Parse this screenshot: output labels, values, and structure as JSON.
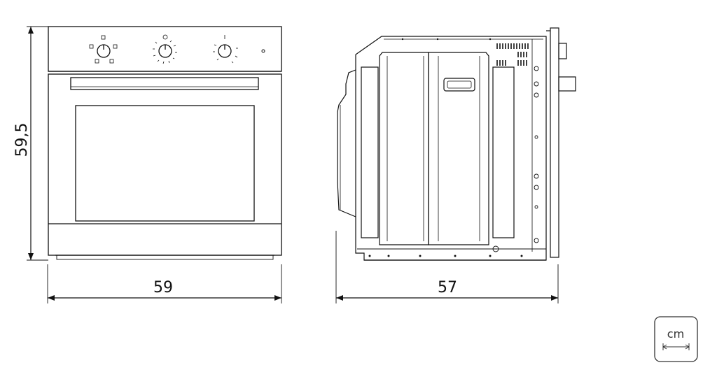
{
  "dimensions": {
    "height_label": "59,5",
    "width_label": "59",
    "depth_label": "57"
  },
  "unit_badge": {
    "label": "cm",
    "icon": "double-arrow-icon"
  }
}
